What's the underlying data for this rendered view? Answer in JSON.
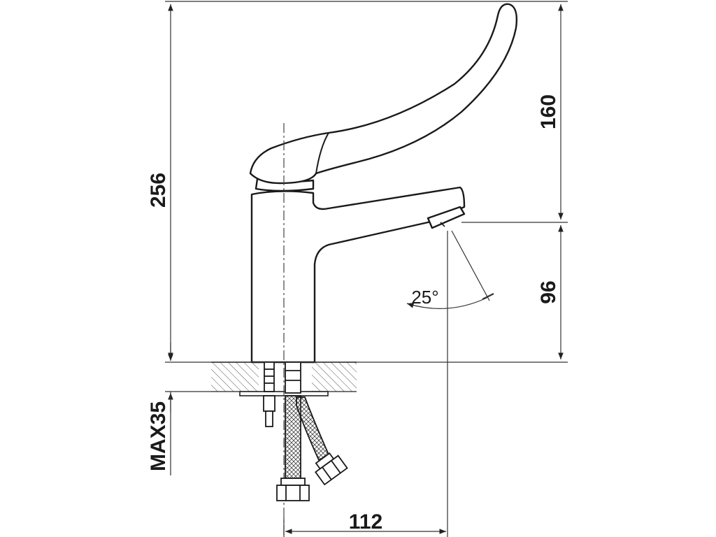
{
  "dimensions": {
    "total_height": "256",
    "handle_height": "160",
    "spout_height": "96",
    "max_thickness": "MAX35",
    "spout_reach": "112",
    "spout_angle": "25°"
  },
  "colors": {
    "line": "#1a1a1a",
    "dim_line": "#333333",
    "hatch": "#555555",
    "background": "#ffffff"
  }
}
